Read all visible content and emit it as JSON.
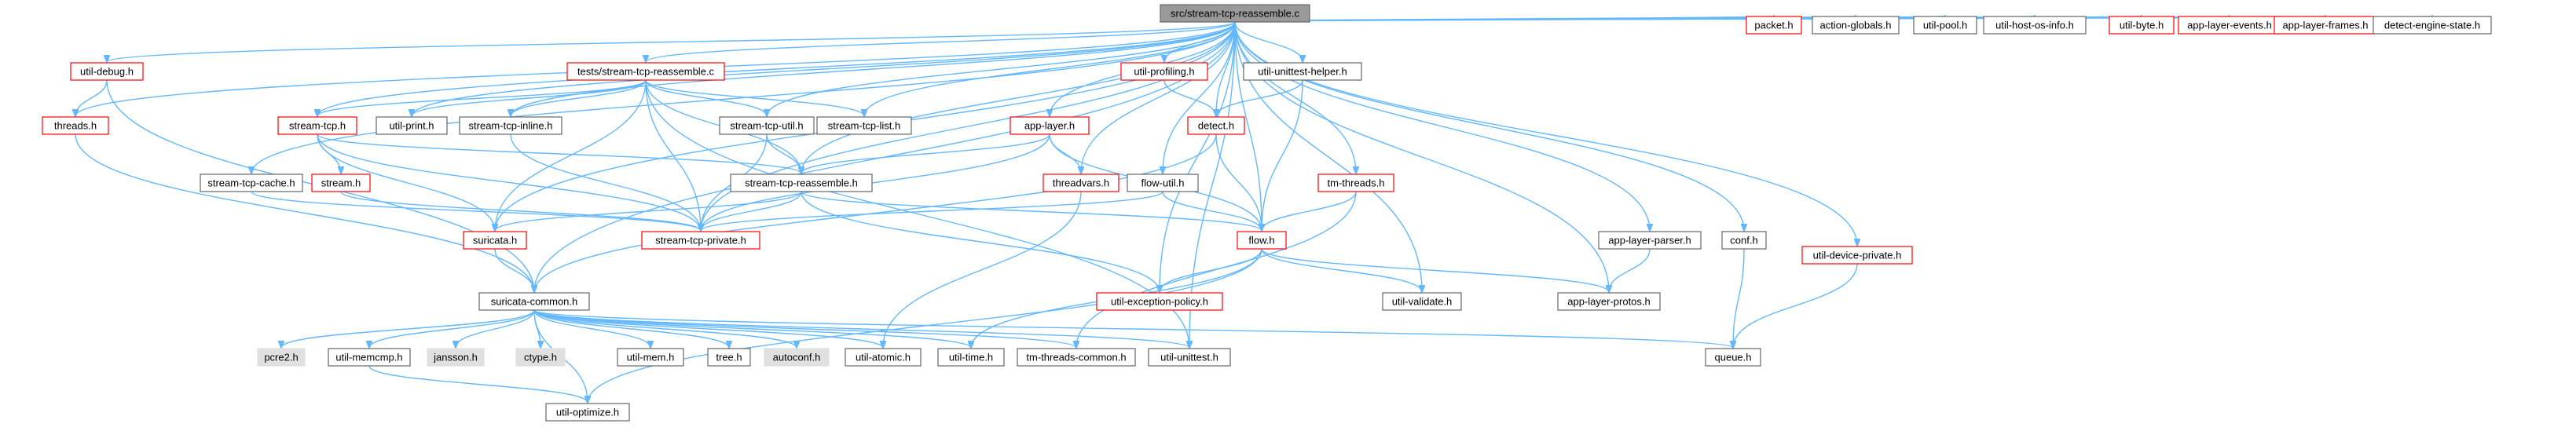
{
  "nodes": [
    {
      "id": "root",
      "label": "src/stream-tcp-reassemble.c",
      "style": "root"
    },
    {
      "id": "util_debug",
      "label": "util-debug.h",
      "style": "red"
    },
    {
      "id": "tests",
      "label": "tests/stream-tcp-reassemble.c",
      "style": "red"
    },
    {
      "id": "util_profiling",
      "label": "util-profiling.h",
      "style": "red"
    },
    {
      "id": "util_unittest_helper",
      "label": "util-unittest-helper.h",
      "style": "plain"
    },
    {
      "id": "packet",
      "label": "packet.h",
      "style": "red"
    },
    {
      "id": "action_globals",
      "label": "action-globals.h",
      "style": "plain"
    },
    {
      "id": "util_pool",
      "label": "util-pool.h",
      "style": "plain"
    },
    {
      "id": "util_host_os_info",
      "label": "util-host-os-info.h",
      "style": "plain"
    },
    {
      "id": "util_byte",
      "label": "util-byte.h",
      "style": "red"
    },
    {
      "id": "app_layer_events",
      "label": "app-layer-events.h",
      "style": "red"
    },
    {
      "id": "app_layer_frames",
      "label": "app-layer-frames.h",
      "style": "red"
    },
    {
      "id": "detect_engine_state",
      "label": "detect-engine-state.h",
      "style": "plain"
    },
    {
      "id": "threads",
      "label": "threads.h",
      "style": "red"
    },
    {
      "id": "stream_tcp",
      "label": "stream-tcp.h",
      "style": "red"
    },
    {
      "id": "util_print",
      "label": "util-print.h",
      "style": "plain"
    },
    {
      "id": "stream_tcp_inline",
      "label": "stream-tcp-inline.h",
      "style": "plain"
    },
    {
      "id": "stream_tcp_util",
      "label": "stream-tcp-util.h",
      "style": "plain"
    },
    {
      "id": "stream_tcp_list",
      "label": "stream-tcp-list.h",
      "style": "plain"
    },
    {
      "id": "app_layer",
      "label": "app-layer.h",
      "style": "red"
    },
    {
      "id": "detect",
      "label": "detect.h",
      "style": "red"
    },
    {
      "id": "stream_tcp_cache",
      "label": "stream-tcp-cache.h",
      "style": "plain"
    },
    {
      "id": "stream",
      "label": "stream.h",
      "style": "red"
    },
    {
      "id": "stream_tcp_reassemble_h",
      "label": "stream-tcp-reassemble.h",
      "style": "plain"
    },
    {
      "id": "threadvars",
      "label": "threadvars.h",
      "style": "red"
    },
    {
      "id": "flow_util",
      "label": "flow-util.h",
      "style": "plain"
    },
    {
      "id": "tm_threads",
      "label": "tm-threads.h",
      "style": "red"
    },
    {
      "id": "suricata",
      "label": "suricata.h",
      "style": "red"
    },
    {
      "id": "stream_tcp_private",
      "label": "stream-tcp-private.h",
      "style": "red"
    },
    {
      "id": "flow",
      "label": "flow.h",
      "style": "red"
    },
    {
      "id": "app_layer_parser",
      "label": "app-layer-parser.h",
      "style": "plain"
    },
    {
      "id": "conf",
      "label": "conf.h",
      "style": "plain"
    },
    {
      "id": "util_device_private",
      "label": "util-device-private.h",
      "style": "red"
    },
    {
      "id": "suricata_common",
      "label": "suricata-common.h",
      "style": "plain"
    },
    {
      "id": "util_exception_policy",
      "label": "util-exception-policy.h",
      "style": "red"
    },
    {
      "id": "util_validate",
      "label": "util-validate.h",
      "style": "plain"
    },
    {
      "id": "app_layer_protos",
      "label": "app-layer-protos.h",
      "style": "plain"
    },
    {
      "id": "pcre2",
      "label": "pcre2.h",
      "style": "gray"
    },
    {
      "id": "util_memcmp",
      "label": "util-memcmp.h",
      "style": "plain"
    },
    {
      "id": "jansson",
      "label": "jansson.h",
      "style": "gray"
    },
    {
      "id": "ctype",
      "label": "ctype.h",
      "style": "gray"
    },
    {
      "id": "util_mem",
      "label": "util-mem.h",
      "style": "plain"
    },
    {
      "id": "tree",
      "label": "tree.h",
      "style": "plain"
    },
    {
      "id": "autoconf",
      "label": "autoconf.h",
      "style": "gray"
    },
    {
      "id": "util_atomic",
      "label": "util-atomic.h",
      "style": "plain"
    },
    {
      "id": "util_time",
      "label": "util-time.h",
      "style": "plain"
    },
    {
      "id": "tm_threads_common",
      "label": "tm-threads-common.h",
      "style": "plain"
    },
    {
      "id": "util_unittest",
      "label": "util-unittest.h",
      "style": "plain"
    },
    {
      "id": "queue",
      "label": "queue.h",
      "style": "plain"
    },
    {
      "id": "util_optimize",
      "label": "util-optimize.h",
      "style": "plain"
    }
  ],
  "edges": [
    [
      "root",
      "util_debug"
    ],
    [
      "root",
      "tests"
    ],
    [
      "root",
      "util_profiling"
    ],
    [
      "root",
      "util_unittest_helper"
    ],
    [
      "root",
      "packet"
    ],
    [
      "root",
      "action_globals"
    ],
    [
      "root",
      "util_pool"
    ],
    [
      "root",
      "util_host_os_info"
    ],
    [
      "root",
      "util_byte"
    ],
    [
      "root",
      "app_layer_events"
    ],
    [
      "root",
      "app_layer_frames"
    ],
    [
      "root",
      "detect_engine_state"
    ],
    [
      "root",
      "threads"
    ],
    [
      "root",
      "stream_tcp"
    ],
    [
      "root",
      "util_print"
    ],
    [
      "root",
      "stream_tcp_inline"
    ],
    [
      "root",
      "stream_tcp_util"
    ],
    [
      "root",
      "stream_tcp_list"
    ],
    [
      "root",
      "app_layer"
    ],
    [
      "root",
      "detect"
    ],
    [
      "root",
      "stream_tcp_cache"
    ],
    [
      "root",
      "stream_tcp_reassemble_h"
    ],
    [
      "root",
      "threadvars"
    ],
    [
      "root",
      "flow_util"
    ],
    [
      "root",
      "tm_threads"
    ],
    [
      "root",
      "suricata"
    ],
    [
      "root",
      "stream_tcp_private"
    ],
    [
      "root",
      "flow"
    ],
    [
      "root",
      "app_layer_parser"
    ],
    [
      "root",
      "conf"
    ],
    [
      "root",
      "util_device_private"
    ],
    [
      "root",
      "suricata_common"
    ],
    [
      "root",
      "util_exception_policy"
    ],
    [
      "root",
      "util_validate"
    ],
    [
      "root",
      "app_layer_protos"
    ],
    [
      "root",
      "util_unittest"
    ],
    [
      "util_debug",
      "threads"
    ],
    [
      "util_debug",
      "suricata_common"
    ],
    [
      "tests",
      "stream_tcp"
    ],
    [
      "tests",
      "util_print"
    ],
    [
      "tests",
      "stream_tcp_inline"
    ],
    [
      "tests",
      "stream_tcp_util"
    ],
    [
      "tests",
      "stream_tcp_list"
    ],
    [
      "tests",
      "stream_tcp_reassemble_h"
    ],
    [
      "tests",
      "stream_tcp_private"
    ],
    [
      "tests",
      "suricata"
    ],
    [
      "tests",
      "util_unittest"
    ],
    [
      "util_profiling",
      "detect"
    ],
    [
      "util_unittest_helper",
      "detect"
    ],
    [
      "util_unittest_helper",
      "flow"
    ],
    [
      "threads",
      "suricata_common"
    ],
    [
      "stream_tcp",
      "stream"
    ],
    [
      "stream_tcp",
      "suricata"
    ],
    [
      "stream_tcp",
      "stream_tcp_private"
    ],
    [
      "stream_tcp",
      "stream_tcp_reassemble_h"
    ],
    [
      "stream_tcp_inline",
      "stream_tcp_private"
    ],
    [
      "stream_tcp_util",
      "stream_tcp_reassemble_h"
    ],
    [
      "stream_tcp_util",
      "stream_tcp_private"
    ],
    [
      "app_layer",
      "threadvars"
    ],
    [
      "app_layer",
      "stream_tcp_reassemble_h"
    ],
    [
      "app_layer",
      "flow"
    ],
    [
      "app_layer",
      "stream_tcp_private"
    ],
    [
      "detect",
      "flow"
    ],
    [
      "detect",
      "suricata_common"
    ],
    [
      "stream_tcp_cache",
      "stream_tcp_private"
    ],
    [
      "stream",
      "stream_tcp_private"
    ],
    [
      "stream_tcp_reassemble_h",
      "suricata"
    ],
    [
      "stream_tcp_reassemble_h",
      "stream_tcp_private"
    ],
    [
      "stream_tcp_reassemble_h",
      "flow"
    ],
    [
      "stream_tcp_reassemble_h",
      "util_exception_policy"
    ],
    [
      "threadvars",
      "util_atomic"
    ],
    [
      "flow_util",
      "flow"
    ],
    [
      "flow_util",
      "stream_tcp_private"
    ],
    [
      "tm_threads",
      "flow"
    ],
    [
      "tm_threads",
      "tm_threads_common"
    ],
    [
      "suricata",
      "suricata_common"
    ],
    [
      "flow",
      "util_exception_policy"
    ],
    [
      "flow",
      "util_validate"
    ],
    [
      "flow",
      "app_layer_protos"
    ],
    [
      "flow",
      "util_time"
    ],
    [
      "flow",
      "util_optimize"
    ],
    [
      "app_layer_parser",
      "app_layer_protos"
    ],
    [
      "conf",
      "queue"
    ],
    [
      "util_device_private",
      "queue"
    ],
    [
      "suricata_common",
      "pcre2"
    ],
    [
      "suricata_common",
      "util_memcmp"
    ],
    [
      "suricata_common",
      "jansson"
    ],
    [
      "suricata_common",
      "ctype"
    ],
    [
      "suricata_common",
      "util_mem"
    ],
    [
      "suricata_common",
      "tree"
    ],
    [
      "suricata_common",
      "autoconf"
    ],
    [
      "suricata_common",
      "util_atomic"
    ],
    [
      "suricata_common",
      "util_time"
    ],
    [
      "suricata_common",
      "tm_threads_common"
    ],
    [
      "suricata_common",
      "util_unittest"
    ],
    [
      "suricata_common",
      "queue"
    ],
    [
      "suricata_common",
      "util_optimize"
    ],
    [
      "util_memcmp",
      "util_optimize"
    ]
  ],
  "colors": {
    "root_fill": "#999999",
    "red_stroke": "#ff0000",
    "plain_stroke": "#666666",
    "gray_fill": "#e0e0e0",
    "edge": "#63b8ff"
  }
}
